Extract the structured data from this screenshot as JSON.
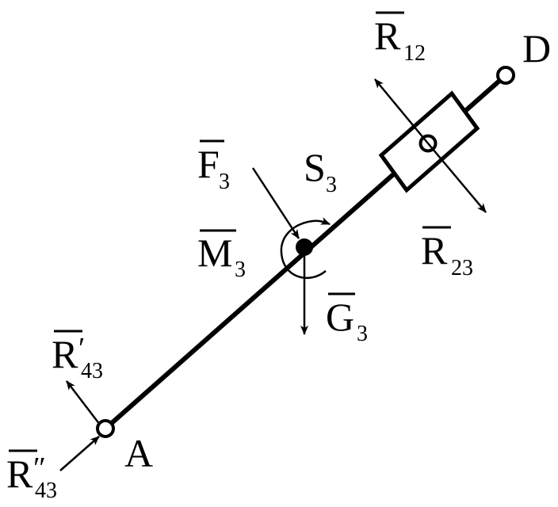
{
  "diagram": {
    "colors": {
      "ink": "#000000",
      "background": "#ffffff"
    },
    "points": {
      "A": {
        "letter": "A"
      },
      "D": {
        "letter": "D"
      },
      "S3": {
        "letter": "S",
        "sub": "3"
      }
    },
    "forces": {
      "R12": {
        "letter": "R",
        "sub": "12"
      },
      "R23": {
        "letter": "R",
        "sub": "23"
      },
      "F3": {
        "letter": "F",
        "sub": "3"
      },
      "M3": {
        "letter": "M",
        "sub": "3"
      },
      "G3": {
        "letter": "G",
        "sub": "3"
      },
      "R43p": {
        "letter": "R",
        "prime": "′",
        "sub": "43"
      },
      "R43pp": {
        "letter": "R",
        "prime": "″",
        "sub": "43"
      }
    }
  }
}
